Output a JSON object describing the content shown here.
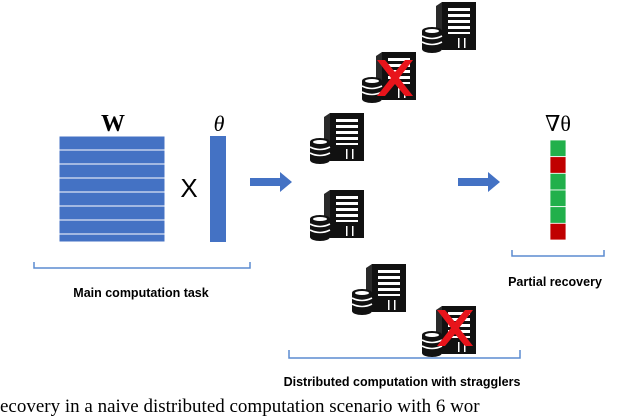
{
  "matrix_label": "W",
  "vector_label": "θ",
  "times_symbol": "X",
  "gradient_label": "∇θ",
  "main_task_label": "Main computation task",
  "partial_recovery_label": "Partial recovery",
  "distributed_label": "Distributed computation with stragglers",
  "caption_text": "ecovery in a naive distributed computation scenario with 6 wor",
  "colors": {
    "matrix_blue": "#4472C4",
    "arrow_blue": "#4472C4",
    "success_green": "#21B04B",
    "failure_red": "#C00000",
    "straggler_cross": "#E8141B",
    "bracket_blue": "#5B8BD0"
  },
  "gradient_cells": [
    "green",
    "red",
    "green",
    "green",
    "green",
    "red"
  ],
  "workers": [
    {
      "id": "worker-1",
      "status": "ok"
    },
    {
      "id": "worker-2",
      "status": "straggler"
    },
    {
      "id": "worker-3",
      "status": "ok"
    },
    {
      "id": "worker-4",
      "status": "ok"
    },
    {
      "id": "worker-5",
      "status": "ok"
    },
    {
      "id": "worker-6",
      "status": "straggler"
    }
  ],
  "icons": {
    "server": "server-with-database-icon",
    "cross": "red-x-icon",
    "arrow": "right-arrow-icon"
  }
}
